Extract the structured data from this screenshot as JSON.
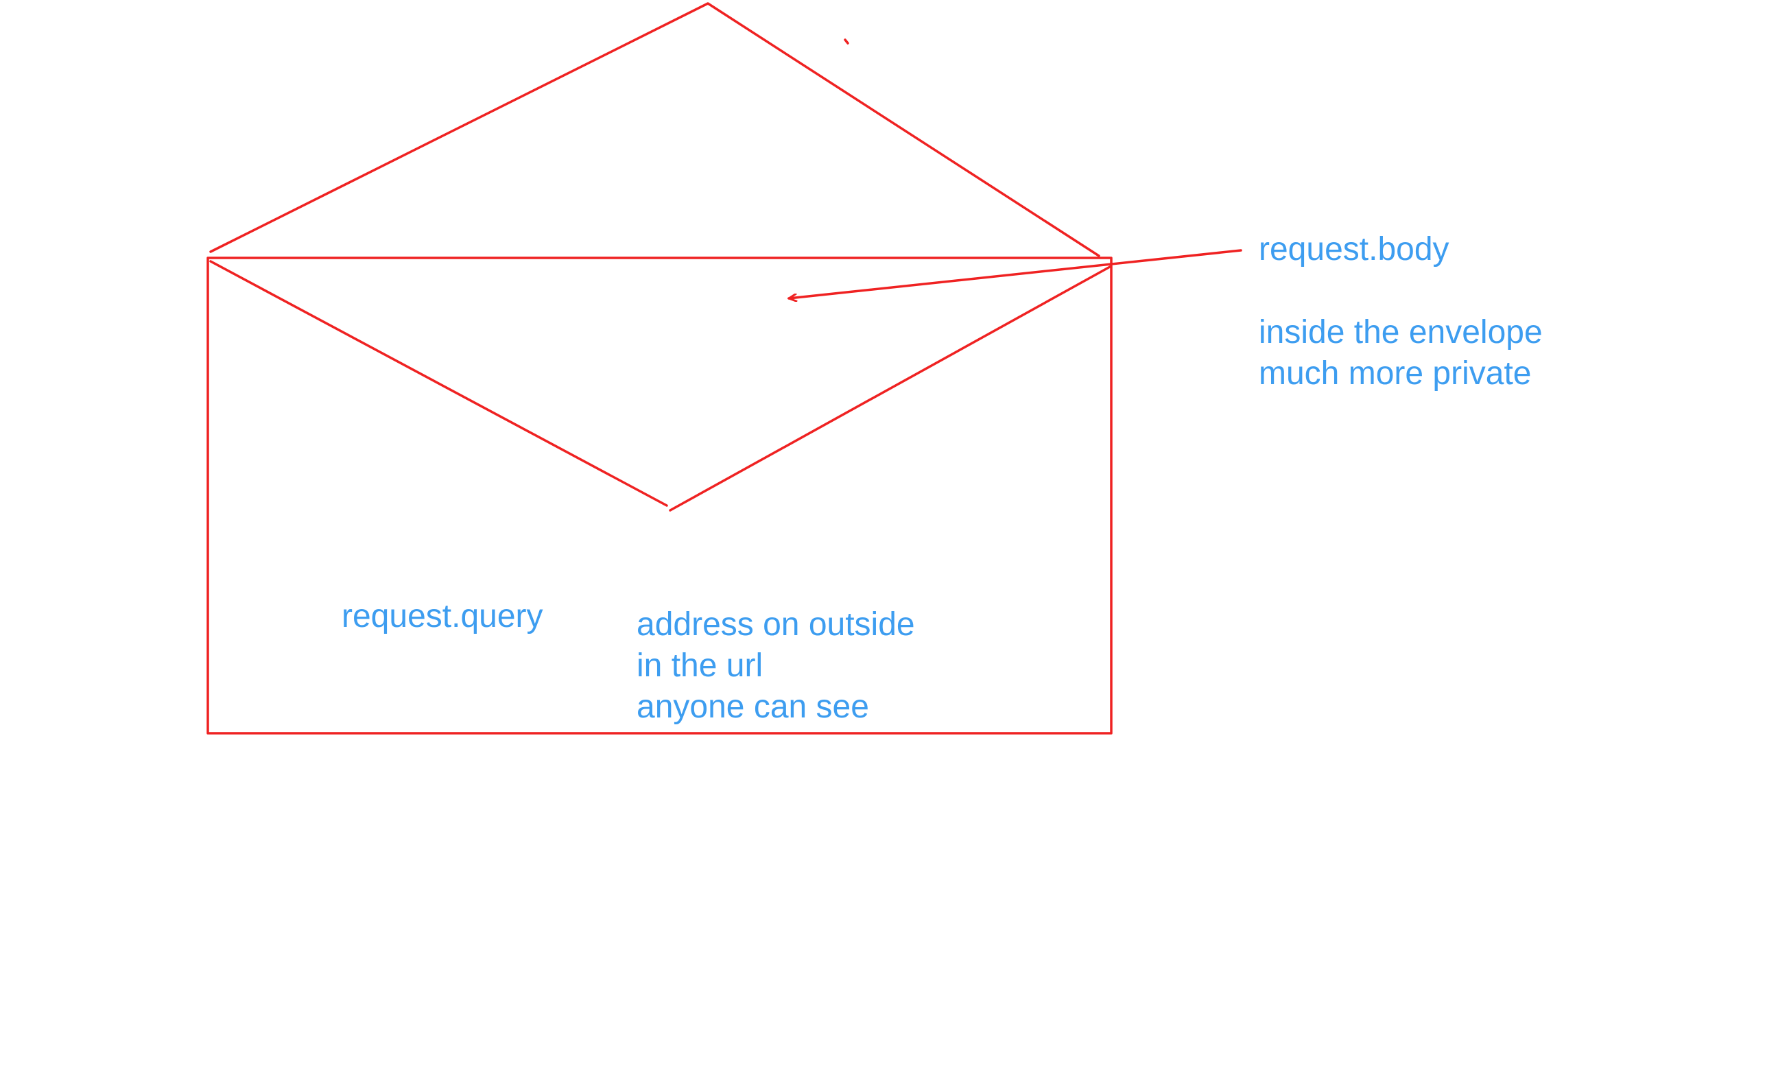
{
  "colors": {
    "stroke": "#ef2222",
    "annotation_text": "#3d9df0",
    "background": "#ffffff"
  },
  "annotations": {
    "request_body": {
      "title": "request.body",
      "lines": [
        "inside the envelope",
        "much more private"
      ]
    },
    "request_query": {
      "title": "request.query",
      "lines": [
        "address on outside",
        "in the url",
        "anyone can see"
      ]
    }
  }
}
